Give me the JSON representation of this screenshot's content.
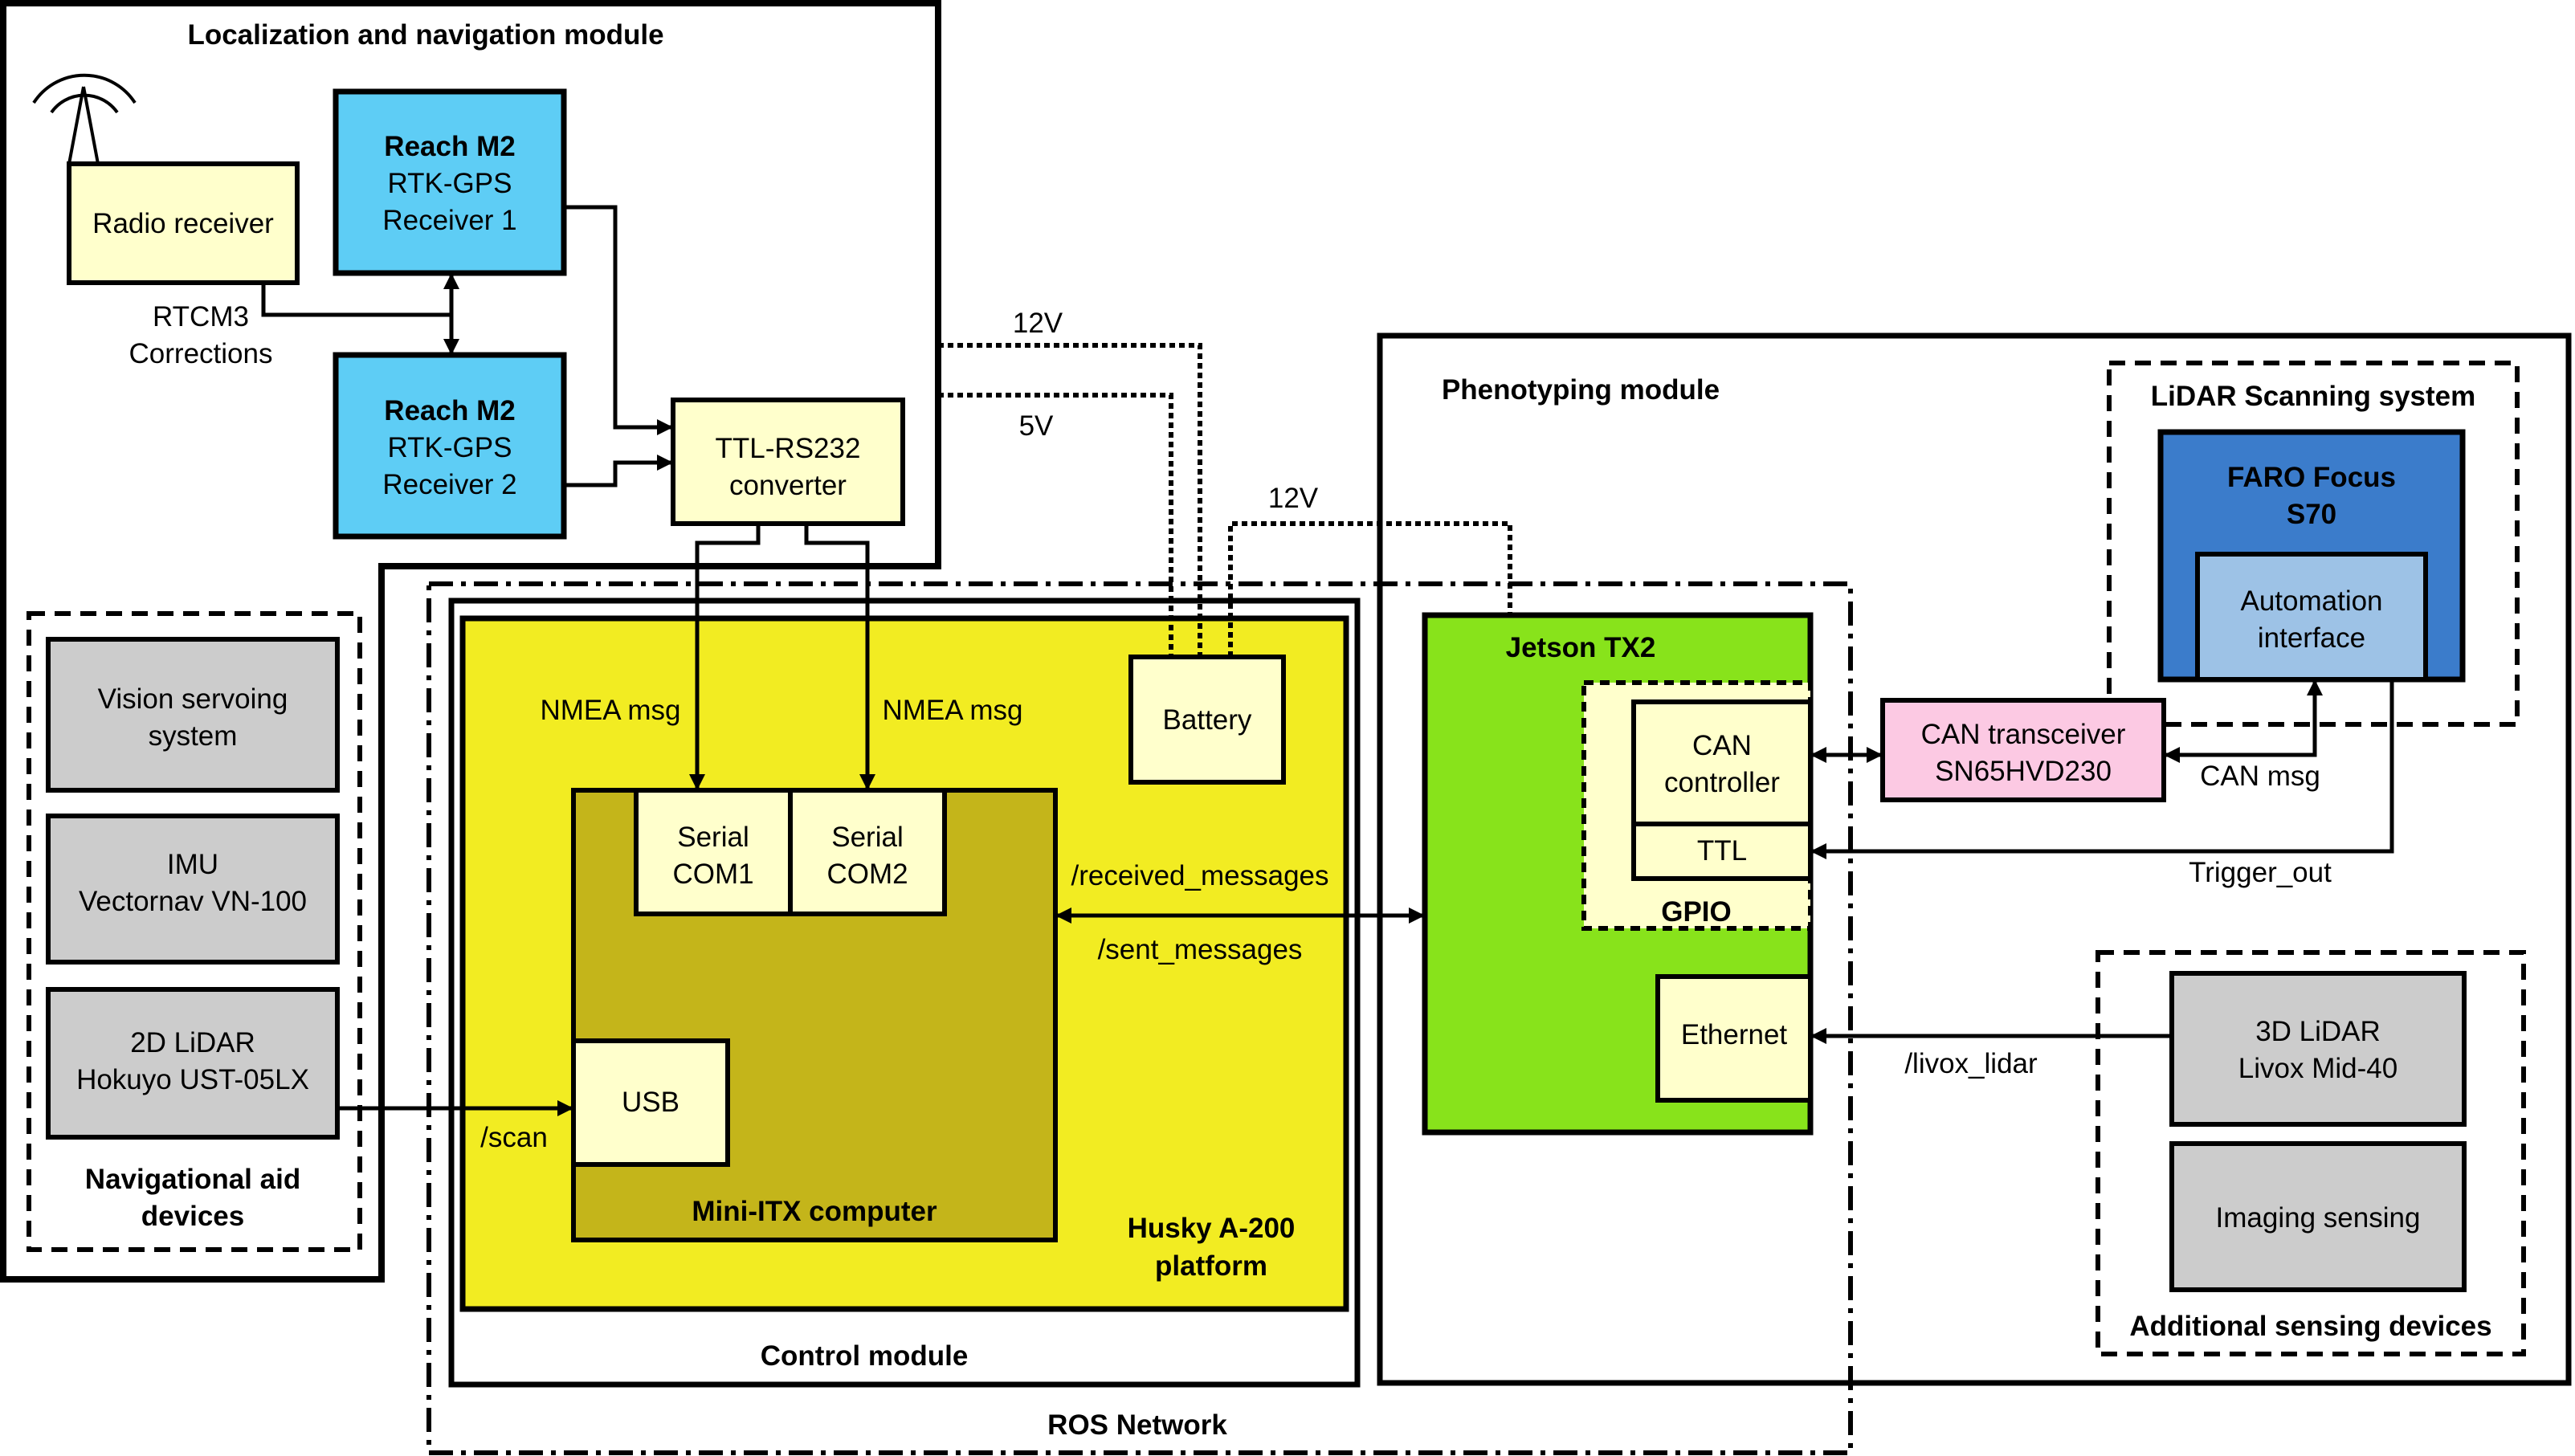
{
  "modules": {
    "localization": "Localization and navigation module",
    "control": "Control module",
    "ros_network": "ROS Network",
    "phenotyping": "Phenotyping module",
    "husky_line1": "Husky A-200",
    "husky_line2": "platform",
    "lidar_scanning": "LiDAR Scanning system",
    "nav_aid_line1": "Navigational aid",
    "nav_aid_line2": "devices",
    "additional_sensing": "Additional sensing devices"
  },
  "blocks": {
    "radio_receiver": "Radio receiver",
    "reach1": {
      "line1": "Reach M2",
      "line2": "RTK-GPS",
      "line3": "Receiver 1"
    },
    "reach2": {
      "line1": "Reach M2",
      "line2": "RTK-GPS",
      "line3": "Receiver 2"
    },
    "ttl_rs232": {
      "line1": "TTL-RS232",
      "line2": "converter"
    },
    "battery": "Battery",
    "vision": {
      "line1": "Vision servoing",
      "line2": "system"
    },
    "imu": {
      "line1": "IMU",
      "line2": "Vectornav VN-100"
    },
    "lidar2d": {
      "line1": "2D LiDAR",
      "line2": "Hokuyo UST-05LX"
    },
    "serial_com1": {
      "line1": "Serial",
      "line2": "COM1"
    },
    "serial_com2": {
      "line1": "Serial",
      "line2": "COM2"
    },
    "usb": "USB",
    "mini_itx": "Mini-ITX computer",
    "jetson": "Jetson TX2",
    "can_controller": {
      "line1": "CAN",
      "line2": "controller"
    },
    "ttl": "TTL",
    "gpio": "GPIO",
    "ethernet": "Ethernet",
    "can_transceiver": {
      "line1": "CAN transceiver",
      "line2": "SN65HVD230"
    },
    "faro": {
      "line1": "FARO Focus",
      "line2": "S70"
    },
    "automation": {
      "line1": "Automation",
      "line2": "interface"
    },
    "lidar3d": {
      "line1": "3D LiDAR",
      "line2": "Livox Mid-40"
    },
    "imaging": "Imaging sensing"
  },
  "labels": {
    "rtcm_line1": "RTCM3",
    "rtcm_line2": "Corrections",
    "v12_top": "12V",
    "v5": "5V",
    "v12_mid": "12V",
    "nmea1": "NMEA msg",
    "nmea2": "NMEA msg",
    "received_messages": "/received_messages",
    "sent_messages": "/sent_messages",
    "scan": "/scan",
    "can_msg": "CAN msg",
    "trigger_out": "Trigger_out",
    "livox_lidar": "/livox_lidar"
  },
  "colors": {
    "light_yellow": "#ffffcc",
    "light_blue": "#5ecdf5",
    "yellow": "#f2ec22",
    "olive": "#c4b51a",
    "green": "#88e31b",
    "pink": "#fcc9e3",
    "faro_blue": "#3b7ccb",
    "pale_blue": "#9dc2e6",
    "gray": "#cccccc"
  }
}
